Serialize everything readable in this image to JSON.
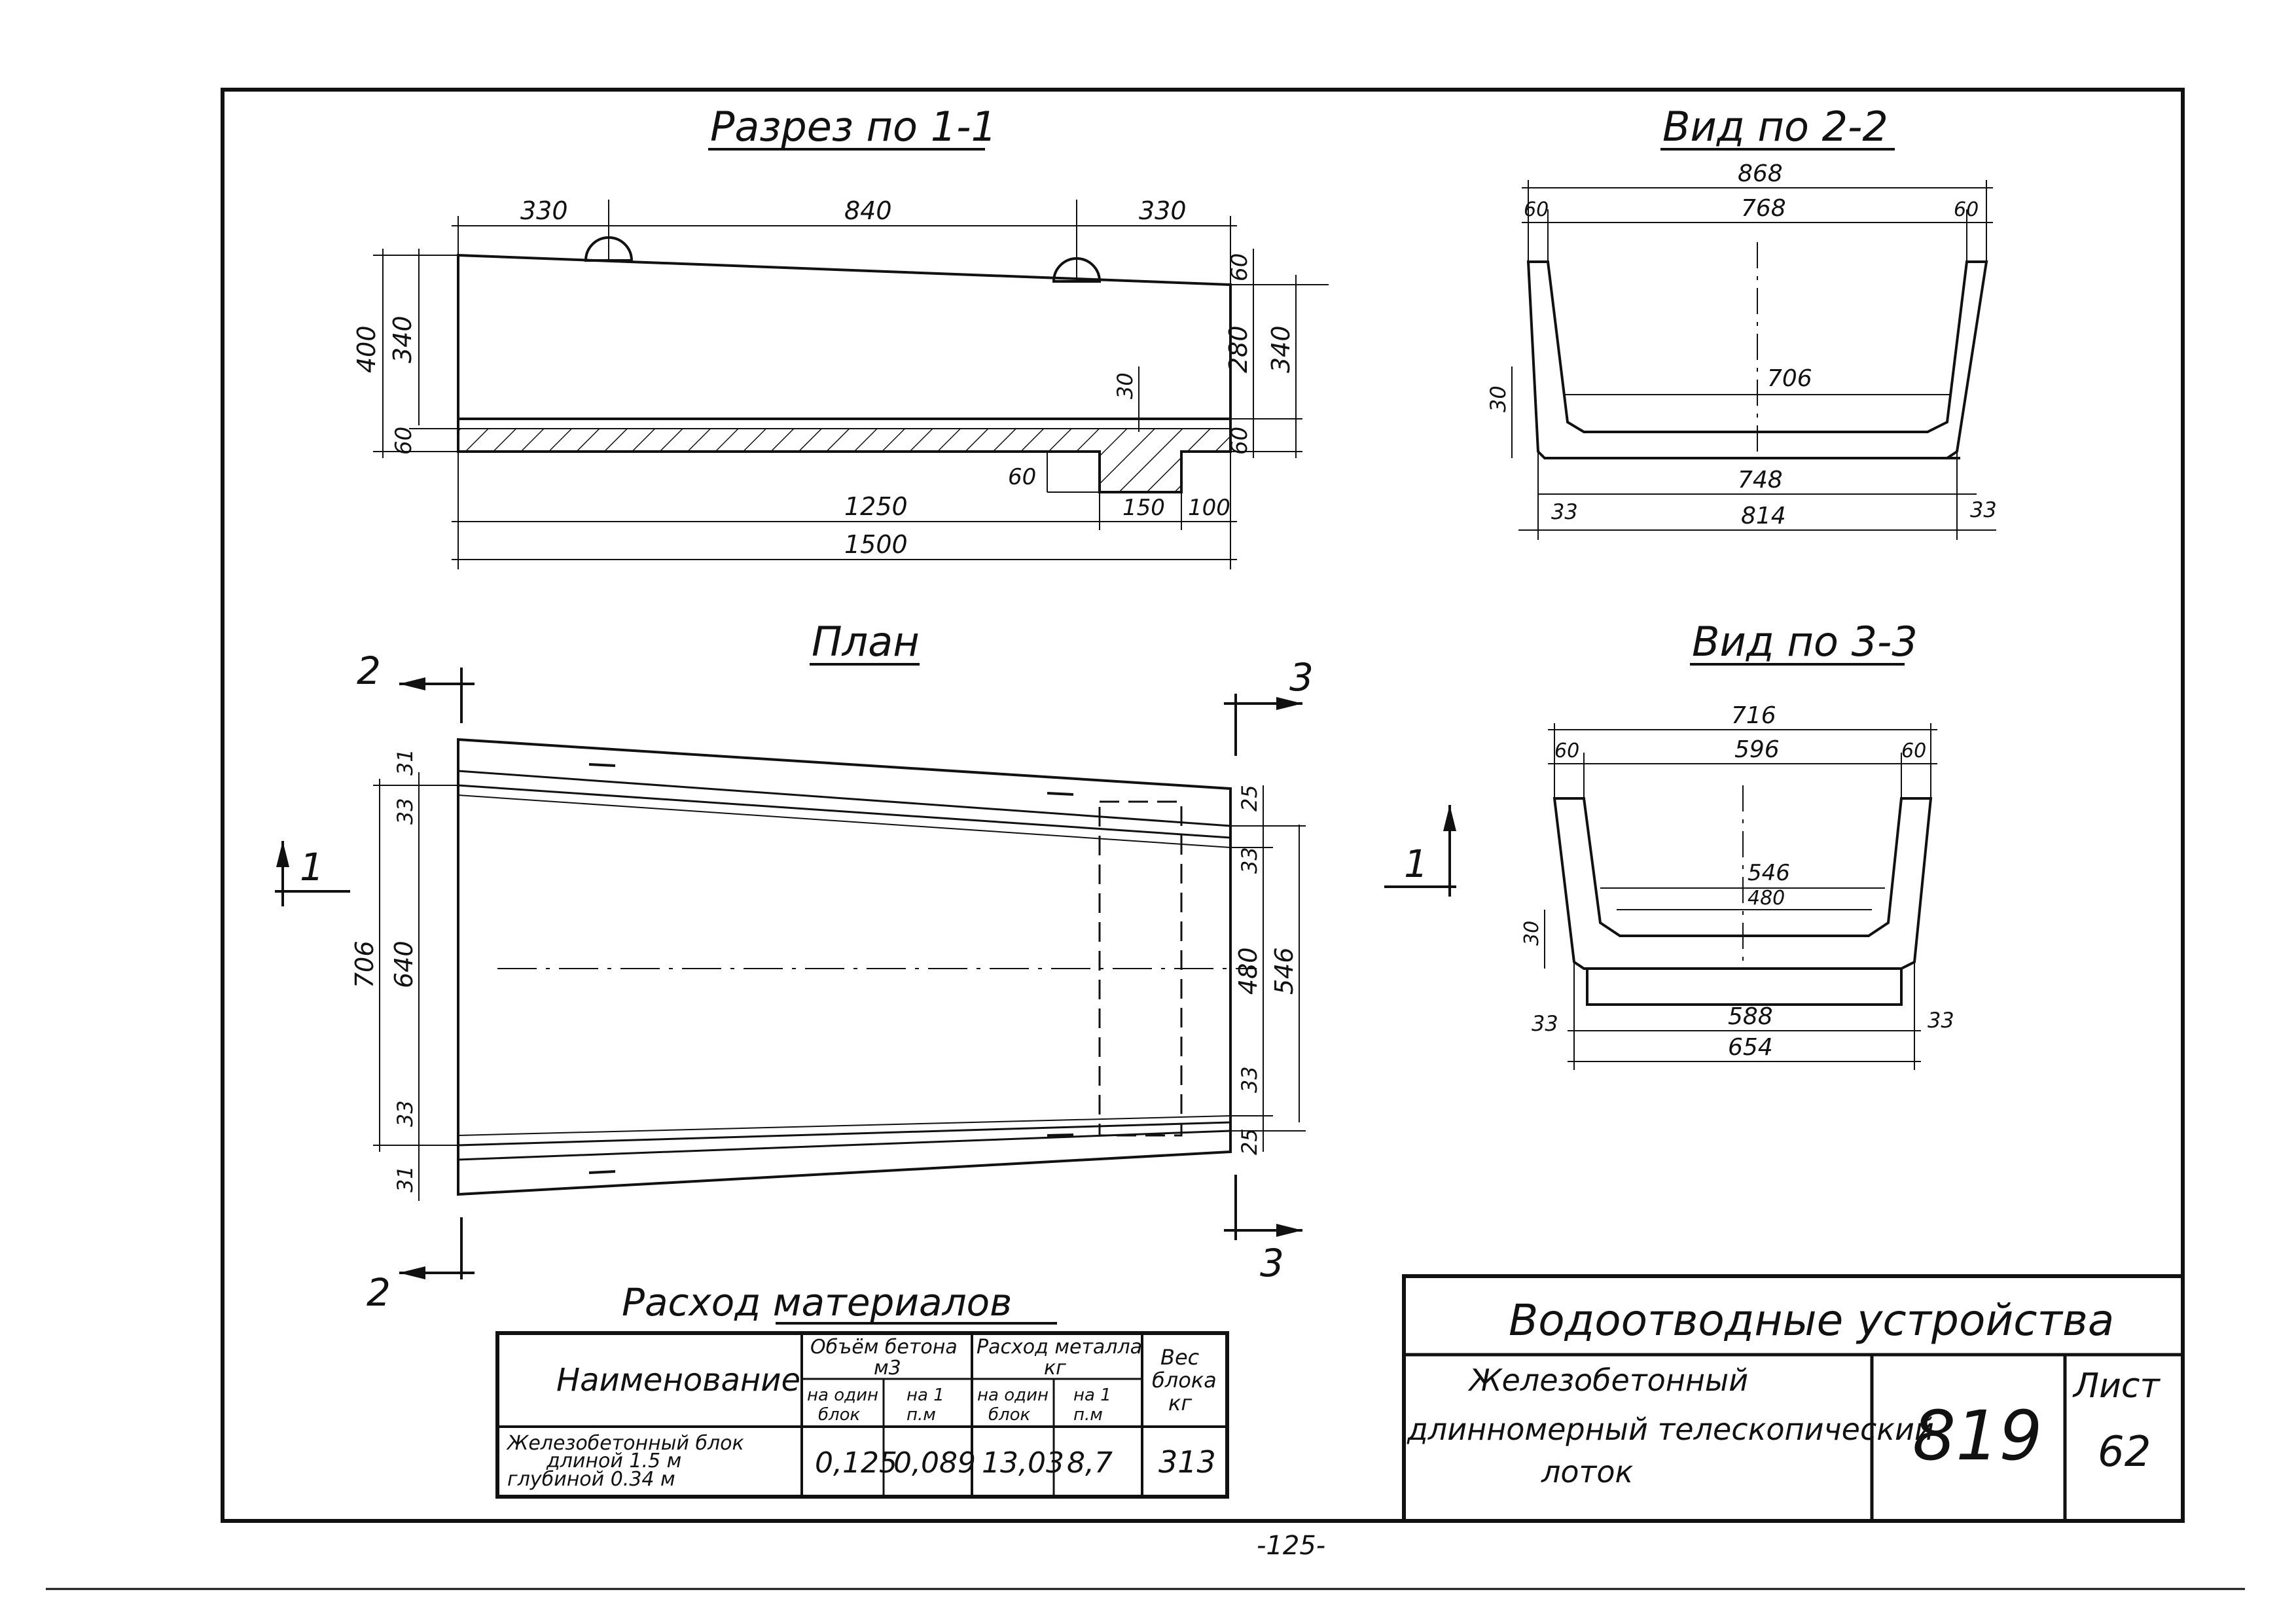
{
  "section_1_1": {
    "title": "Разрез по 1-1",
    "dims": {
      "d330a": "330",
      "d840": "840",
      "d330b": "330",
      "d400": "400",
      "d340l": "340",
      "d60l": "60",
      "d60r1": "60",
      "d280": "280",
      "d340r": "340",
      "d60r2": "60",
      "d30": "30",
      "d60step": "60",
      "d1250": "1250",
      "d150": "150",
      "d100": "100",
      "d1500": "1500"
    }
  },
  "view_2_2": {
    "title": "Вид по 2-2",
    "dims": {
      "d868": "868",
      "d60a": "60",
      "d768": "768",
      "d60b": "60",
      "d706": "706",
      "d30": "30",
      "d748": "748",
      "d33a": "33",
      "d814": "814",
      "d33b": "33"
    }
  },
  "plan": {
    "title": "План",
    "section_marks": {
      "m2top": "2",
      "m2bot": "2",
      "m3top": "3",
      "m3bot": "3",
      "m1": "1"
    },
    "dims": {
      "d31a": "31",
      "d33a": "33",
      "d706": "706",
      "d640": "640",
      "d33b": "33",
      "d31b": "31",
      "d25a": "25",
      "d33c": "33",
      "d480": "480",
      "d546": "546",
      "d33d": "33",
      "d25b": "25"
    }
  },
  "view_3_3": {
    "title": "Вид по 3-3",
    "section_mark": "1",
    "dims": {
      "d716": "716",
      "d60a": "60",
      "d596": "596",
      "d60b": "60",
      "d546": "546",
      "d480": "480",
      "d30": "30",
      "d33a": "33",
      "d588": "588",
      "d33b": "33",
      "d654": "654"
    }
  },
  "materials": {
    "title": "Расход материалов",
    "headers": {
      "name": "Наименование",
      "concrete": "Объём бетона",
      "concrete_unit": "м3",
      "metal": "Расход металла",
      "metal_unit": "кг",
      "weight": "Вес блока кг",
      "per_block": "на один блок",
      "per_m": "на 1 п.м"
    },
    "rows": [
      {
        "name_line1": "Железобетонный блок",
        "name_line2": "длиной 1.5 м",
        "name_line3": "глубиной 0.34 м",
        "concrete_block": "0,125",
        "concrete_m": "0,089",
        "metal_block": "13,03",
        "metal_m": "8,7",
        "weight": "313"
      }
    ]
  },
  "title_block": {
    "heading": "Водоотводные устройства",
    "desc_line1": "Железобетонный",
    "desc_line2": "длинномерный телескопический",
    "desc_line3": "лоток",
    "number": "819",
    "sheet_label": "Лист",
    "sheet_number": "62"
  },
  "page_number": "-125-"
}
